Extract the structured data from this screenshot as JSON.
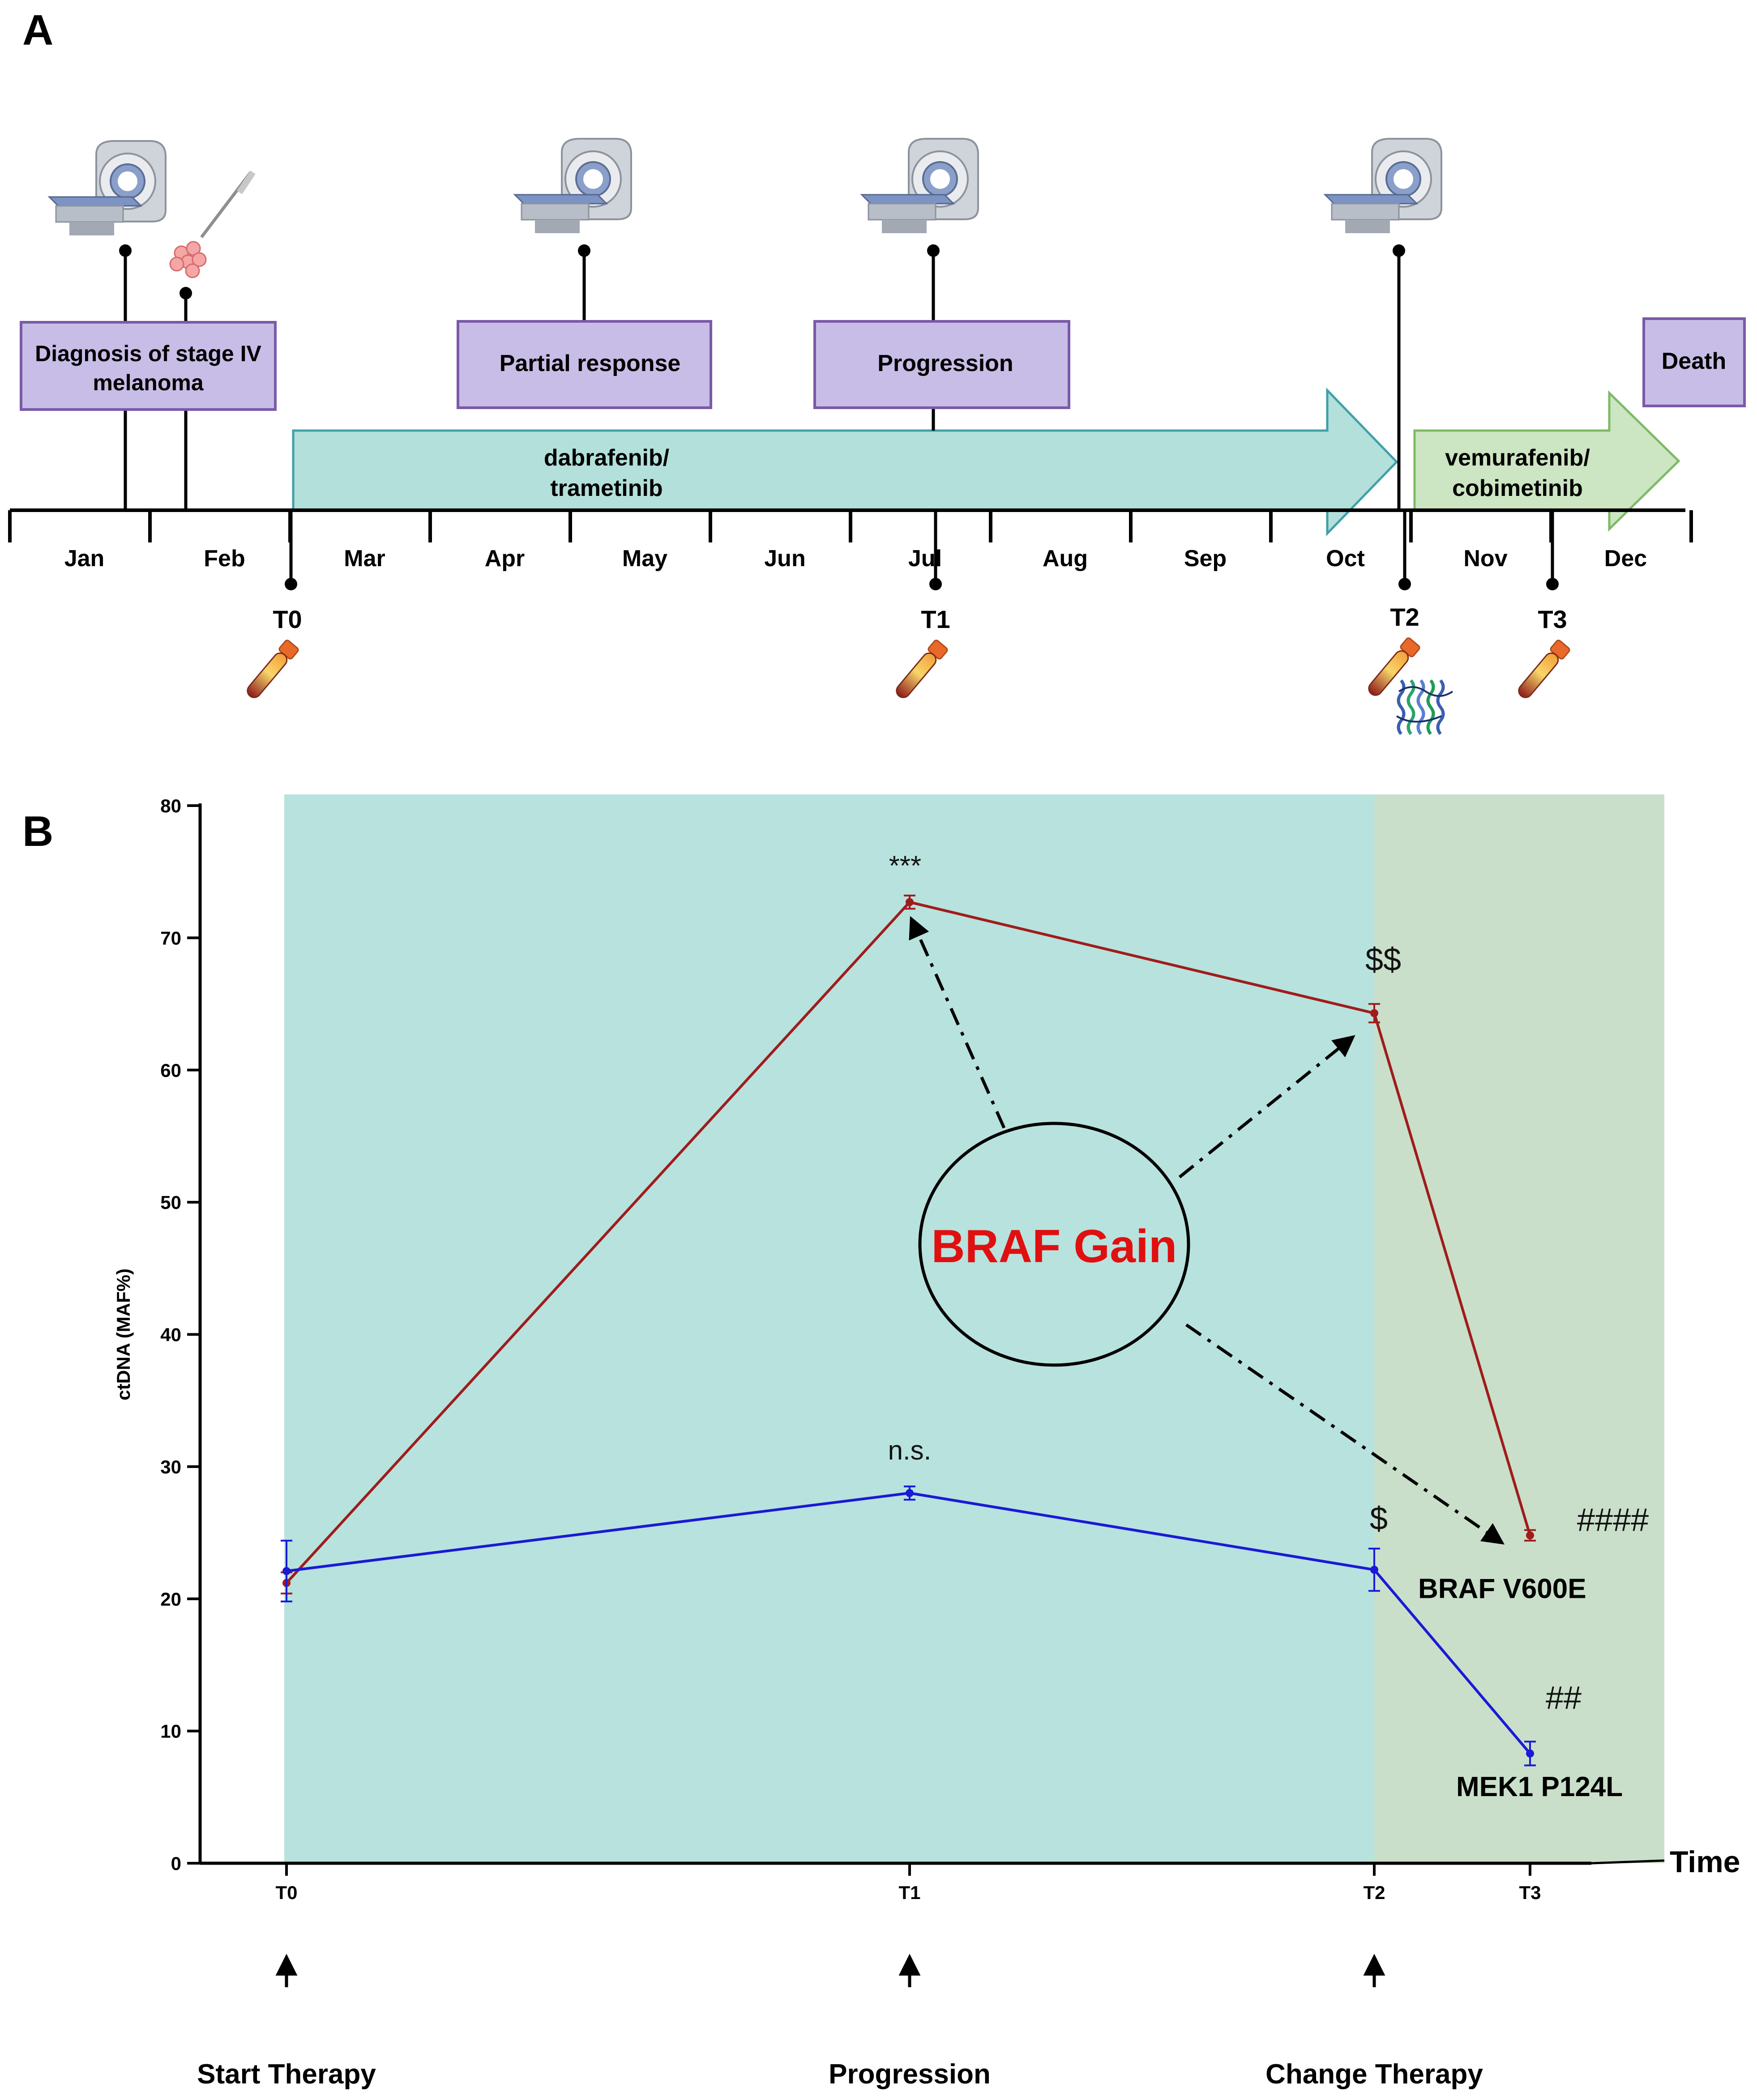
{
  "panel_a": {
    "label": "A",
    "months": [
      "Jan",
      "Feb",
      "Mar",
      "Apr",
      "May",
      "Jun",
      "Jul",
      "Aug",
      "Sep",
      "Oct",
      "Nov",
      "Dec"
    ],
    "events": [
      {
        "lines": [
          "Diagnosis of stage IV",
          "melanoma"
        ]
      },
      {
        "lines": [
          "Partial response"
        ]
      },
      {
        "lines": [
          "Progression"
        ]
      },
      {
        "lines": [
          "Death"
        ]
      }
    ],
    "therapies": [
      {
        "lines": [
          "dabrafenib/",
          "trametinib"
        ],
        "fill": "#b3e0da",
        "stroke": "#40a0a8"
      },
      {
        "lines": [
          "vemurafenib/",
          "cobimetinib"
        ],
        "fill": "#cce5c2",
        "stroke": "#7dba65"
      }
    ],
    "timepoints": [
      "T0",
      "T1",
      "T2",
      "T3"
    ],
    "colors": {
      "event_box_fill": "#c8bde6",
      "event_box_stroke": "#7a5aa8"
    },
    "icons": [
      "mri-scanner-icon",
      "biopsy-syringe-icon",
      "blood-tube-icon",
      "protein-structure-icon"
    ]
  },
  "panel_b": {
    "label": "B",
    "chart_data": {
      "type": "line",
      "ylabel": "ctDNA (MAF%)",
      "xlabel": "Time",
      "ylim": [
        0,
        80
      ],
      "yticks": [
        0,
        10,
        20,
        30,
        40,
        50,
        60,
        70,
        80
      ],
      "x": [
        "T0",
        "T1",
        "T2",
        "T3"
      ],
      "background_regions": [
        {
          "from": "T0",
          "to": "T2",
          "color": "#b8e2de"
        },
        {
          "from": "T2",
          "to": "T3",
          "color": "#c9dfca"
        }
      ],
      "series": [
        {
          "name": "BRAF V600E",
          "color": "#a01c1c",
          "values": [
            21.2,
            72.7,
            64.3,
            24.8
          ],
          "errors": [
            0.8,
            0.5,
            0.7,
            0.4
          ],
          "markers": [
            "",
            "***",
            "$$",
            "####"
          ]
        },
        {
          "name": "MEK1 P124L",
          "color": "#1a1ad6",
          "values": [
            22.1,
            28.0,
            22.2,
            8.3
          ],
          "errors": [
            2.3,
            0.5,
            1.6,
            0.9
          ],
          "markers": [
            "",
            "n.s.",
            "$",
            "##"
          ]
        }
      ],
      "annotation": {
        "text": "BRAF Gain",
        "color": "#e01010"
      },
      "bottom_labels": [
        "Start Therapy",
        "Progression",
        "Change Therapy"
      ]
    }
  }
}
